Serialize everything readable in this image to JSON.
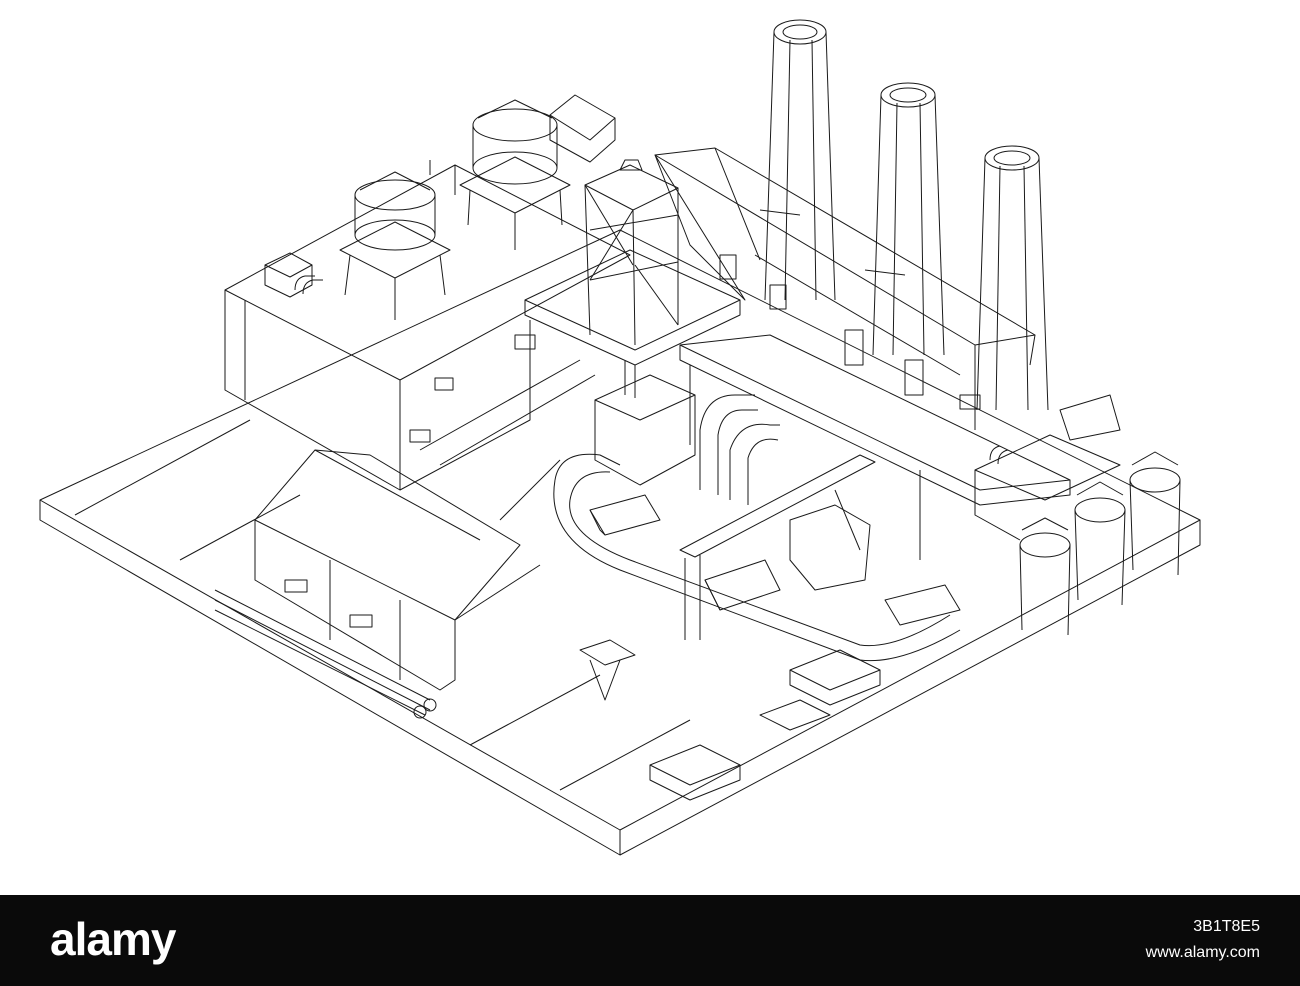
{
  "watermark": {
    "brand": "alamy",
    "image_id": "3B1T8E5",
    "url": "www.alamy.com"
  },
  "colors": {
    "background": "#ffffff",
    "line": "#1a1a1a",
    "bar": "#0a0a0a",
    "bar_text": "#ffffff"
  }
}
